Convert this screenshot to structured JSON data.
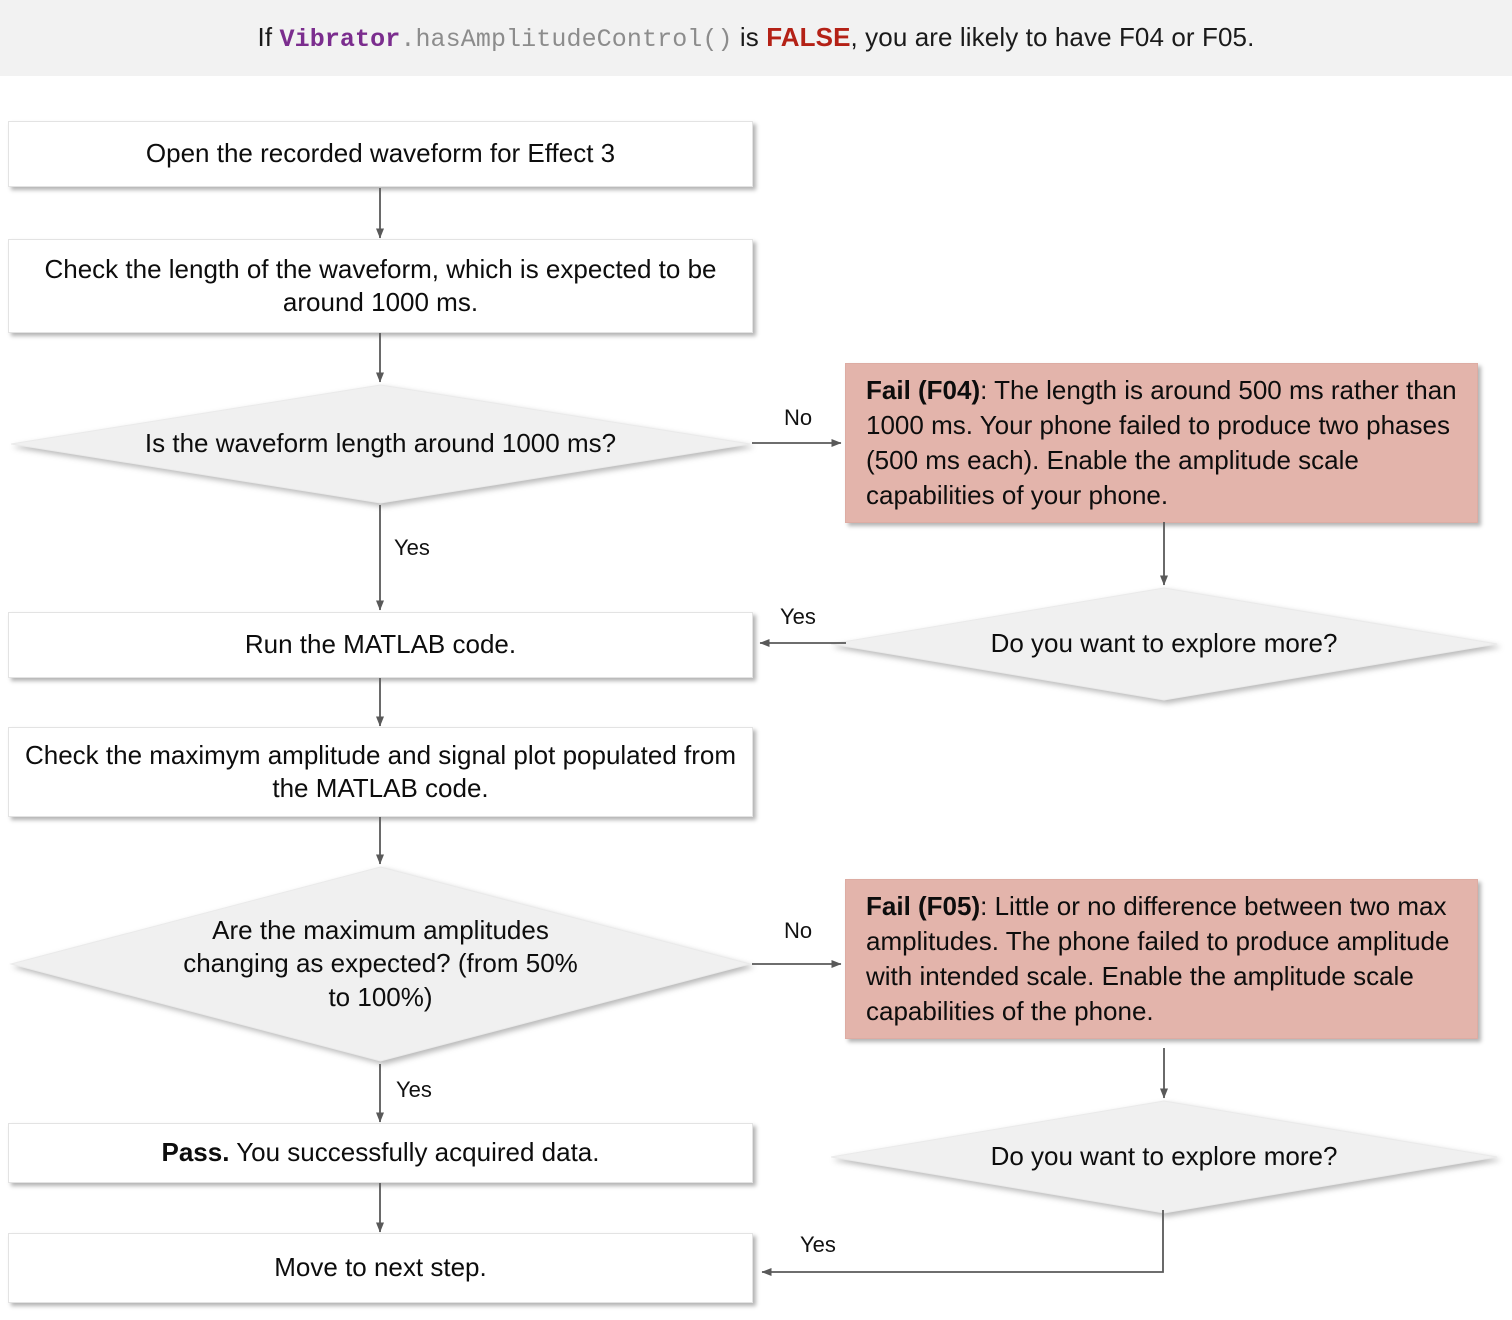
{
  "header": {
    "prefix": "If ",
    "code_class": "Vibrator",
    "code_method": ".hasAmplitudeControl()",
    "middle": " is ",
    "keyword": "FALSE",
    "suffix": ", you are likely to have F04 or F05."
  },
  "flow": {
    "nodes": [
      {
        "id": "open-waveform",
        "type": "process",
        "text": "Open the recorded waveform for Effect 3"
      },
      {
        "id": "check-length",
        "type": "process",
        "text": "Check the length of the waveform, which is expected to be around 1000 ms."
      },
      {
        "id": "decide-length",
        "type": "decision",
        "text": "Is the waveform length around 1000 ms?"
      },
      {
        "id": "fail-f04",
        "type": "fail",
        "label": "Fail (F04)",
        "text": ": The length is around 500 ms rather than 1000 ms. Your phone failed to produce two phases (500 ms each). Enable the amplitude scale capabilities of your phone."
      },
      {
        "id": "explore-more-1",
        "type": "decision",
        "text": "Do you want to explore more?"
      },
      {
        "id": "run-matlab",
        "type": "process",
        "text": "Run the MATLAB code."
      },
      {
        "id": "check-amplitude",
        "type": "process",
        "text": "Check the maximym amplitude and signal plot populated from the MATLAB code."
      },
      {
        "id": "decide-amplitude",
        "type": "decision",
        "text": "Are the maximum amplitudes changing as expected? (from 50% to 100%)"
      },
      {
        "id": "fail-f05",
        "type": "fail",
        "label": "Fail (F05)",
        "text": ": Little or no difference between two max amplitudes. The phone failed to produce amplitude with intended scale. Enable the amplitude scale capabilities of the phone."
      },
      {
        "id": "explore-more-2",
        "type": "decision",
        "text": "Do you want to explore more?"
      },
      {
        "id": "pass",
        "type": "process",
        "label": "Pass.",
        "text": " You successfully acquired data."
      },
      {
        "id": "next-step",
        "type": "process",
        "text": "Move to next step."
      }
    ],
    "edge_labels": {
      "length_no": "No",
      "length_yes": "Yes",
      "explore1_yes": "Yes",
      "amplitude_no": "No",
      "amplitude_yes": "Yes",
      "explore2_yes": "Yes"
    }
  },
  "colors": {
    "banner_bg": "#f2f2f2",
    "fail_bg": "#e3b4ab",
    "decision_bg": "#f0f0f0",
    "process_bg": "#ffffff",
    "connector": "#595959",
    "code_class": "#7b2d8e",
    "code_method": "#8c8c8c",
    "keyword_false": "#b42116"
  }
}
